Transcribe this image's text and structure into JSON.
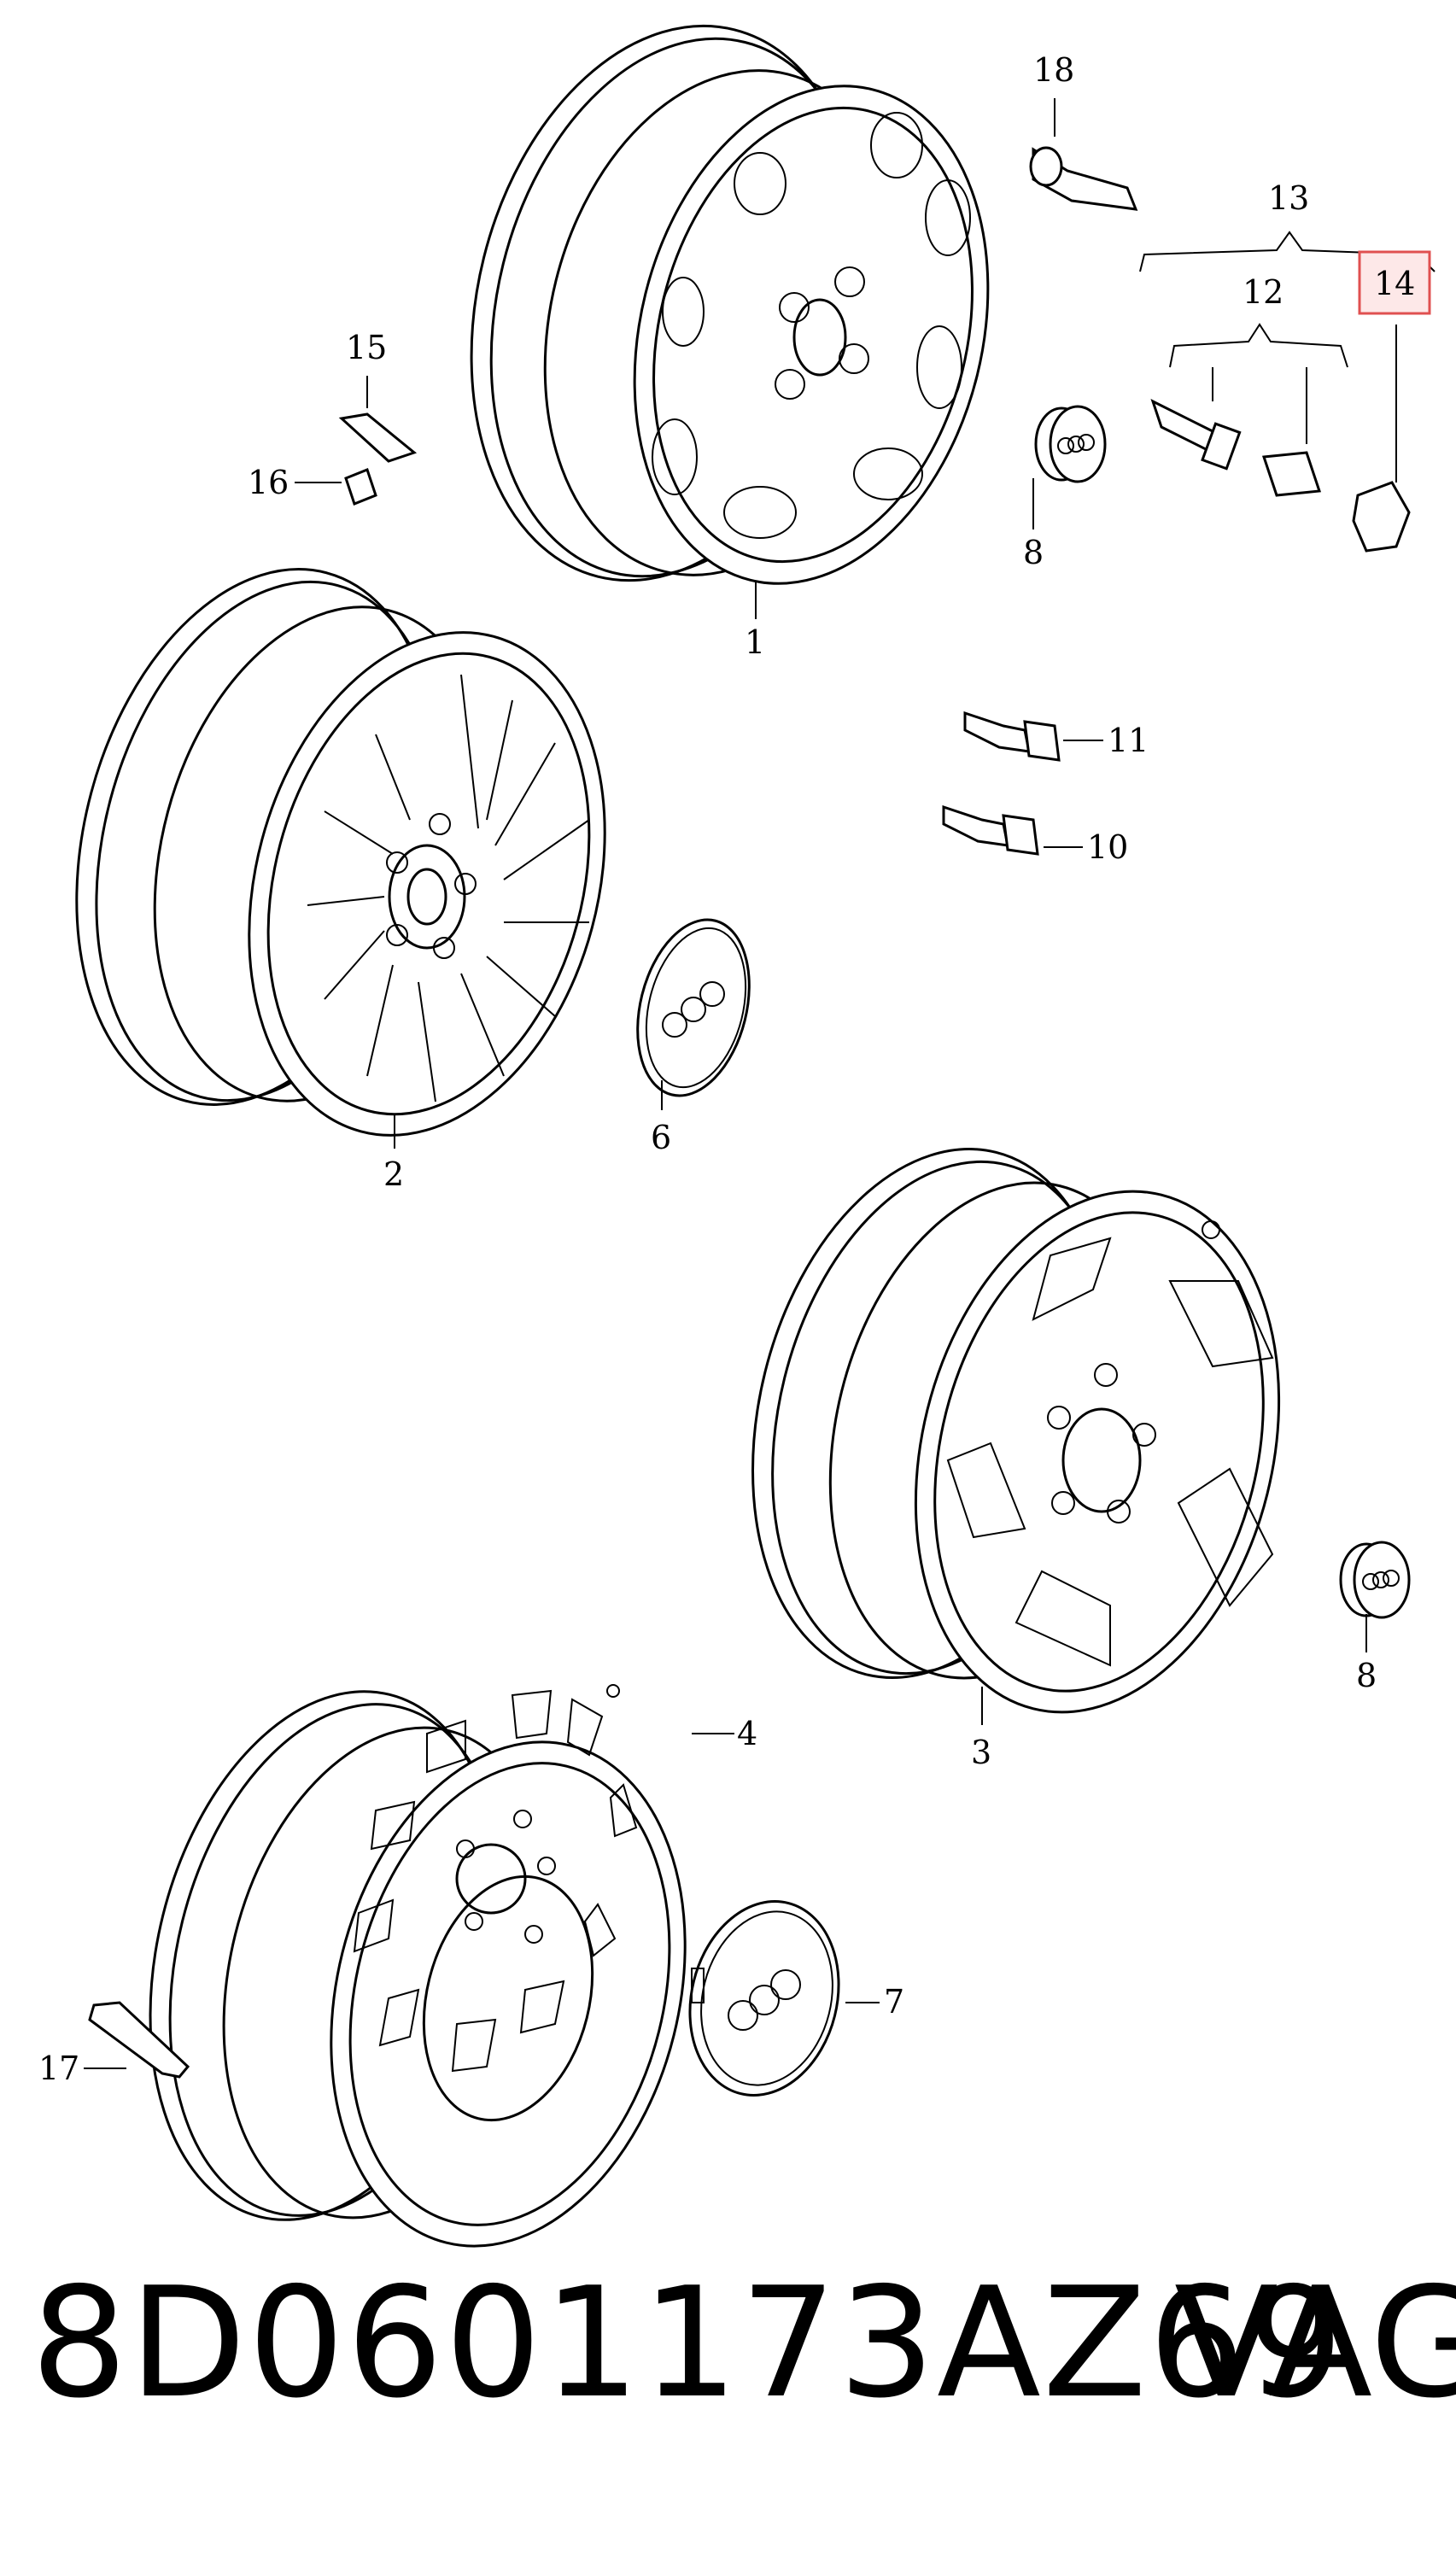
{
  "diagram": {
    "callouts": {
      "c1": "1",
      "c2": "2",
      "c3": "3",
      "c4": "4",
      "c6": "6",
      "c7": "7",
      "c8a": "8",
      "c8b": "8",
      "c10": "10",
      "c11": "11",
      "c12": "12",
      "c13": "13",
      "c14": "14",
      "c15": "15",
      "c16": "16",
      "c17": "17",
      "c18": "18"
    },
    "highlight_color": "#e05050"
  },
  "footer": {
    "part_number": "8D0601173AZ69",
    "brand": "VAG"
  }
}
